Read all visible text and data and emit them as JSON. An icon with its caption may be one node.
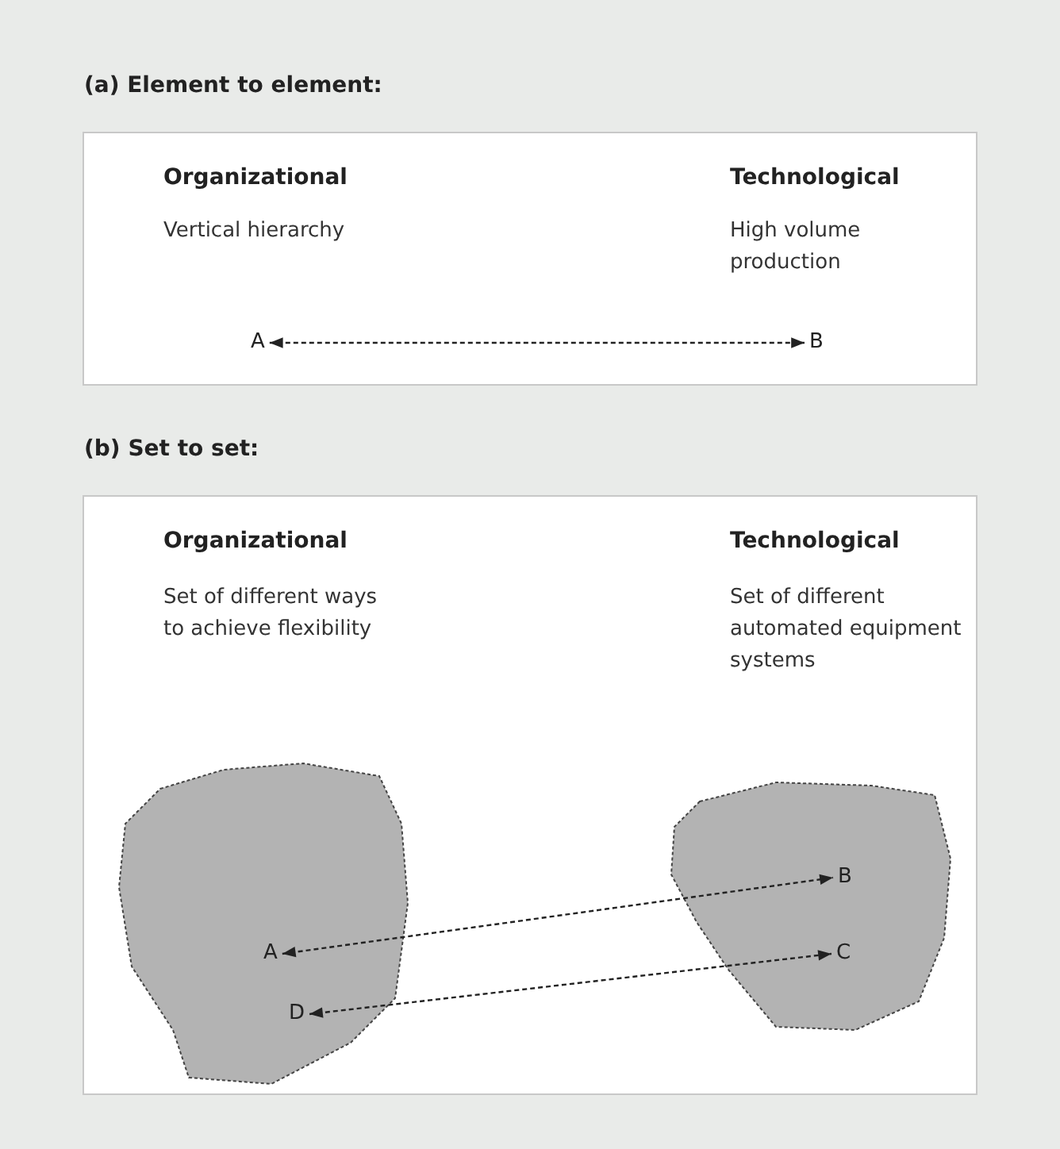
{
  "diagram": {
    "nodes": [
      {
        "text": [
          "(a) Element to element:"
        ]
      },
      {
        "text": [
          "A"
        ],
        "in": 0
      },
      {
        "text": [
          "B"
        ],
        "in": 0
      },
      {
        "text": [
          "(b) Set to set:"
        ]
      },
      {
        "text": [],
        "shape": "blob",
        "in": 3
      },
      {
        "text": [],
        "shape": "blob",
        "in": 3
      },
      {
        "text": [
          "A"
        ],
        "in": 4
      },
      {
        "text": [
          "D"
        ],
        "in": 4
      },
      {
        "text": [
          "B"
        ],
        "in": 5
      },
      {
        "text": [
          "C"
        ],
        "in": 5
      }
    ],
    "edges": [
      {
        "from": 1,
        "to": 2,
        "arrow": "both"
      },
      {
        "from": 6,
        "to": 8,
        "arrow": "both"
      },
      {
        "from": 7,
        "to": 9,
        "arrow": "both"
      }
    ],
    "labels": [
      "Organizational",
      "Vertical hierarchy",
      "Technological",
      "High volume production",
      "Organizational",
      "Set of different ways to achieve flexibility",
      "Technological",
      "Set of different automated equipment systems"
    ]
  }
}
